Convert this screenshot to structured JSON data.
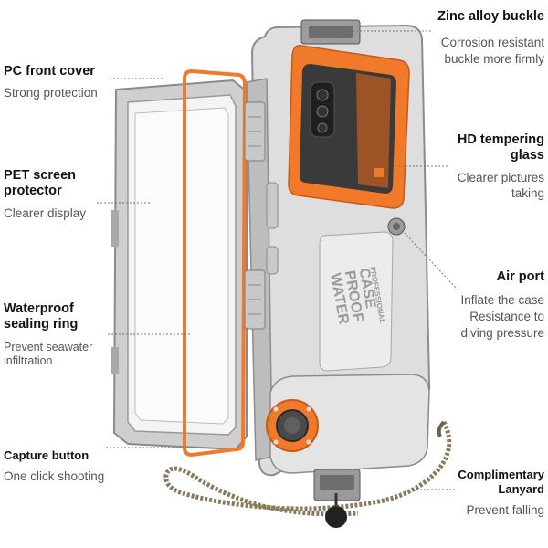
{
  "callouts": {
    "pc_front_cover": {
      "title": "PC front cover",
      "desc": "Strong protection"
    },
    "pet_screen_protector": {
      "title_line1": "PET screen",
      "title_line2": "protector",
      "desc": "Clearer display"
    },
    "waterproof_ring": {
      "title_line1": "Waterproof",
      "title_line2": "sealing ring",
      "desc_line1": "Prevent seawater",
      "desc_line2": "infiltration"
    },
    "capture_button": {
      "title": "Capture button",
      "desc": "One click shooting"
    },
    "zinc_buckle": {
      "title": "Zinc alloy buckle",
      "desc_line1": "Corrosion resistant",
      "desc_line2": "buckle more firmly"
    },
    "hd_glass": {
      "title_line1": "HD tempering",
      "title_line2": "glass",
      "desc_line1": "Clearer pictures",
      "desc_line2": "taking"
    },
    "air_port": {
      "title": "Air port",
      "desc_line1": "Inflate the case",
      "desc_line2": "Resistance to",
      "desc_line3": "diving pressure"
    },
    "lanyard": {
      "title_line1": "Complimentary",
      "title_line2": "Lanyard",
      "desc": "Prevent falling"
    }
  },
  "case_badge": {
    "line1": "WATER",
    "line2": "PROOF",
    "line3": "CASE",
    "line4": "PROFESSIONAL"
  },
  "colors": {
    "accent_orange": "#f07a2a",
    "case_gray": "#d9d9d9",
    "frame_dark": "#8a8a8a",
    "lanyard": "#8a7a5a"
  }
}
